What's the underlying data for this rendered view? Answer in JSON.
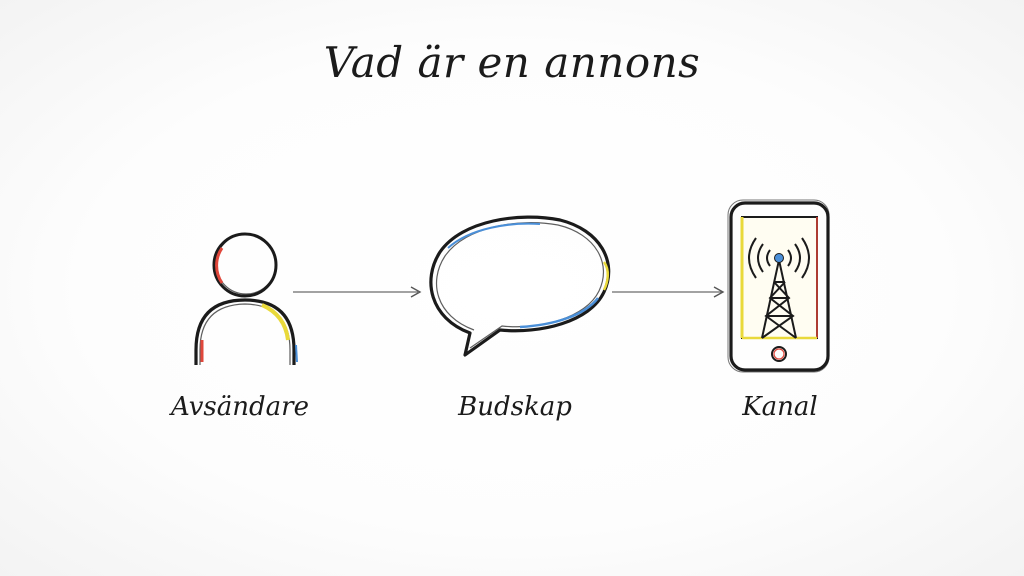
{
  "title": "Vad är en annons",
  "nodes": {
    "sender": {
      "label": "Avsändare",
      "icon": "person-icon"
    },
    "message": {
      "label": "Budskap",
      "icon": "speech-bubble-icon"
    },
    "channel": {
      "label": "Kanal",
      "icon": "phone-antenna-icon"
    }
  },
  "colors": {
    "ink": "#1b1b1b",
    "accent_red": "#e0473b",
    "accent_yellow": "#e9d93a",
    "accent_blue": "#4a8fd8",
    "arrow": "#6b6b6b"
  }
}
